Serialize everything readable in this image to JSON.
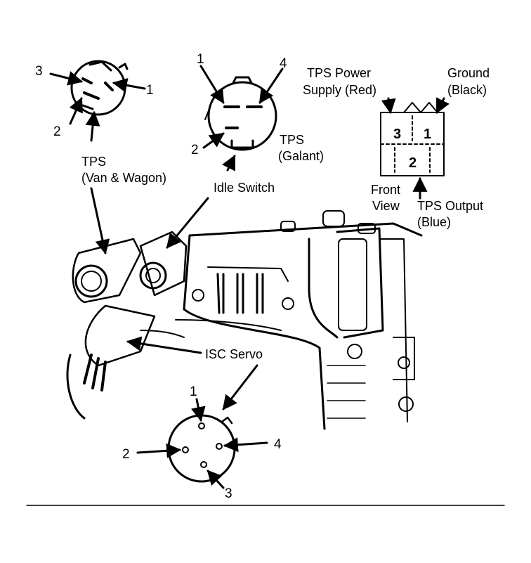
{
  "tps_van": {
    "title_line1": "TPS",
    "title_line2": "(Van & Wagon)",
    "pin1": "1",
    "pin2": "2",
    "pin3": "3"
  },
  "tps_galant": {
    "title_line1": "TPS",
    "title_line2": "(Galant)",
    "pin1": "1",
    "pin2": "2",
    "pin4": "4"
  },
  "idle_switch": {
    "label": "Idle Switch"
  },
  "tps_front_view": {
    "power_line1": "TPS Power",
    "power_line2": "Supply (Red)",
    "ground_line1": "Ground",
    "ground_line2": "(Black)",
    "output_line1": "TPS Output",
    "output_line2": "(Blue)",
    "view_line1": "Front",
    "view_line2": "View",
    "pin3": "3",
    "pin1": "1",
    "pin2": "2"
  },
  "isc_servo": {
    "label": "ISC Servo",
    "pin1": "1",
    "pin2": "2",
    "pin3": "3",
    "pin4": "4"
  }
}
